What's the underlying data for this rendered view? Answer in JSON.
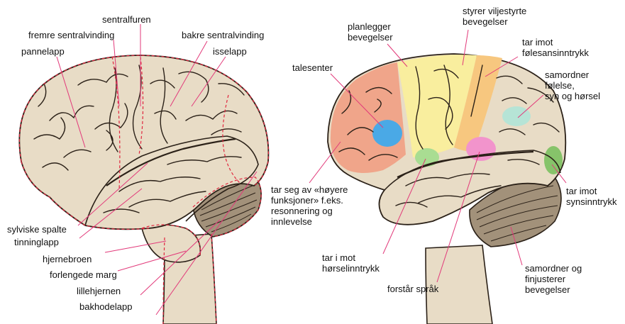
{
  "colors": {
    "brain": "#e8dcc6",
    "outline": "#2b2118",
    "dash": "#e0263e",
    "leader": "#e23a7a",
    "cerebellum": "#a2917a",
    "frontal": "#f0a58a",
    "premotor": "#f9ee9e",
    "motor": "#f7c77f",
    "speech": "#4aa9e6",
    "auditory": "#a9dd92",
    "language": "#f294cc",
    "association": "#b6e4d6",
    "visual": "#86c36a"
  },
  "left": {
    "labels": {
      "sentralfuren": "sentralfuren",
      "fremre": "fremre sentralvinding",
      "bakre": "bakre sentralvinding",
      "pannelapp": "pannelapp",
      "isselapp": "isselapp",
      "sylviske": "sylviske spalte",
      "tinninglapp": "tinninglapp",
      "hjernebroen": "hjernebroen",
      "forlengede": "forlengede marg",
      "lillehjernen": "lillehjernen",
      "bakhodelapp": "bakhodelapp"
    }
  },
  "right": {
    "labels": {
      "styrer": "styrer viljestyrte\nbevegelser",
      "planlegger": "planlegger\nbevegelser",
      "tar_imot_foles": "tar imot\nfølesansinntrykk",
      "talesenter": "talesenter",
      "samordner_foles": "samordner\nfølelse,\nsyn og hørsel",
      "tar_imot_syn": "tar imot\nsynsinntrykk",
      "hoyere": "tar seg av «høyere\nfunksjoner» f.eks.\nresonnering og\ninnlevelse",
      "horsel": "tar i mot\nhørselinntrykk",
      "forstar": "forstår språk",
      "finjusterer": "samordner og\nfinjusterer\nbevegelser"
    }
  }
}
